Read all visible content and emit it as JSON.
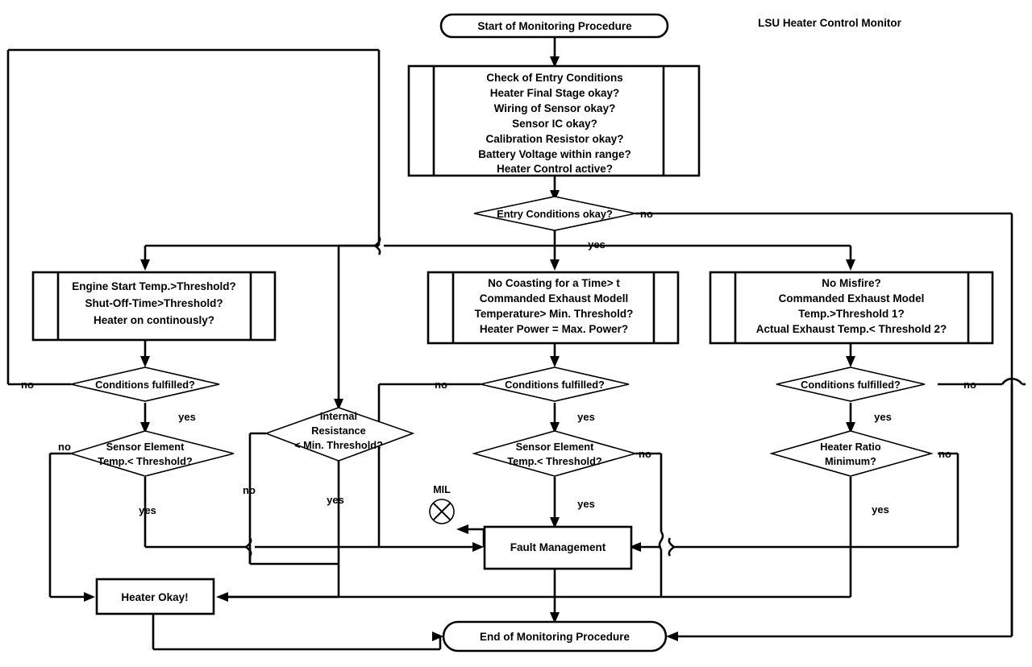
{
  "diagram": {
    "title": "LSU Heater Control Monitor",
    "type": "flowchart"
  },
  "terminators": {
    "start": "Start of Monitoring Procedure",
    "end": "End of Monitoring Procedure"
  },
  "process_boxes": {
    "entry_check": {
      "name": "check-of-entry-conditions",
      "lines": [
        "Check of Entry Conditions",
        "Heater Final Stage okay?",
        "Wiring of Sensor okay?",
        "Sensor IC okay?",
        "Calibration Resistor okay?",
        "Battery Voltage within range?",
        "Heater Control active?"
      ]
    },
    "left_conditions": {
      "name": "engine-start-conditions",
      "lines": [
        "Engine Start Temp.>Threshold?",
        "Shut-Off-Time>Threshold?",
        "Heater on continously?"
      ]
    },
    "middle_conditions": {
      "name": "coasting-exhaust-conditions",
      "lines": [
        "No Coasting for a Time> t",
        "Commanded Exhaust Modell",
        "Temperature> Min. Threshold?",
        "Heater Power = Max. Power?"
      ]
    },
    "right_conditions": {
      "name": "misfire-exhaust-conditions",
      "lines": [
        "No Misfire?",
        "Commanded Exhaust Model",
        "Temp.>Threshold 1?",
        "Actual Exhaust Temp.< Threshold 2?"
      ]
    },
    "fault_management": {
      "name": "fault-management",
      "lines": [
        "Fault Management"
      ]
    },
    "heater_okay": {
      "name": "heater-okay",
      "lines": [
        "Heater Okay!"
      ]
    }
  },
  "decisions": {
    "entry_ok": {
      "lines": [
        "Entry Conditions okay?"
      ]
    },
    "cond_left": {
      "lines": [
        "Conditions fulfilled?"
      ]
    },
    "cond_mid": {
      "lines": [
        "Conditions fulfilled?"
      ]
    },
    "cond_right": {
      "lines": [
        "Conditions fulfilled?"
      ]
    },
    "sensor_left": {
      "lines": [
        "Sensor Element",
        "Temp.< Threshold?"
      ]
    },
    "internal_res": {
      "lines": [
        "Internal",
        "Resistance",
        "< Min. Threshold?"
      ]
    },
    "sensor_mid": {
      "lines": [
        "Sensor Element",
        "Temp.< Threshold?"
      ]
    },
    "heater_ratio": {
      "lines": [
        "Heater Ratio",
        "Minimum?"
      ]
    }
  },
  "indicator": {
    "mil_label": "MIL",
    "mil_icon": "crossed-circle-icon"
  },
  "edge_labels": {
    "entry_no": "no",
    "entry_yes": "yes",
    "cond_left_no": "no",
    "cond_left_yes": "yes",
    "cond_mid_no": "no",
    "cond_mid_yes": "yes",
    "cond_right_no": "no",
    "cond_right_yes": "yes",
    "sensor_left_no": "no",
    "sensor_left_yes": "yes",
    "internal_res_no": "no",
    "internal_res_yes": "yes",
    "sensor_mid_no": "no",
    "sensor_mid_yes": "yes",
    "heater_ratio_no": "no",
    "heater_ratio_yes": "yes"
  },
  "colors": {
    "stroke": "#000000",
    "fill": "#ffffff",
    "text": "#000000"
  }
}
